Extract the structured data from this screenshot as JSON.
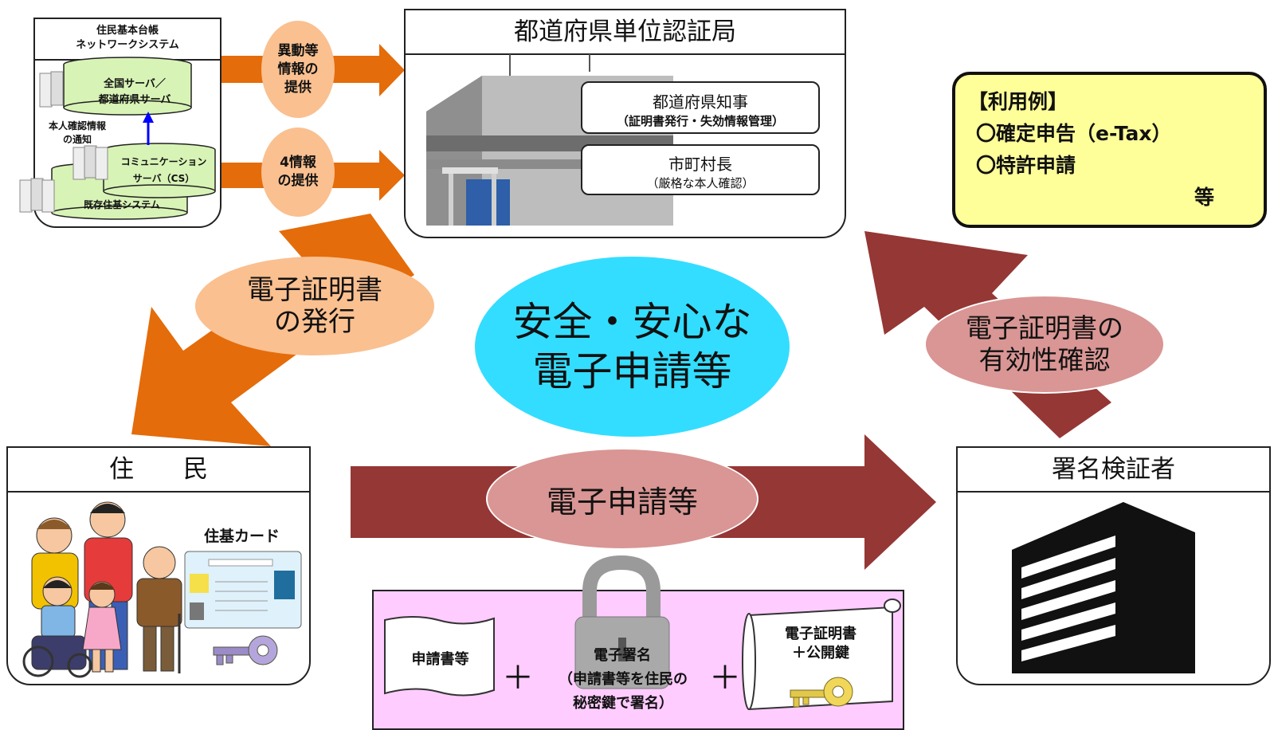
{
  "juki_box": {
    "title": "住民基本台帳\nネットワークシステム",
    "server_national": "全国サーバ／\n都道府県サーバ",
    "notify": "本人確認情報\nの通知",
    "cs": "コミュニケーション\nサーバ（CS）",
    "existing": "既存住基システム"
  },
  "flow_top": {
    "label": "異動等\n情報の\n提供"
  },
  "flow_bottom": {
    "label": "4情報\nの提供"
  },
  "ca_box": {
    "title": "都道府県単位認証局",
    "governor": "都道府県知事",
    "governor_sub": "（証明書発行・失効情報管理）",
    "mayor": "市町村長",
    "mayor_sub": "（厳格な本人確認）"
  },
  "usage_box": {
    "heading": "【利用例】",
    "item1": "〇確定申告（e-Tax）",
    "item2": "〇特許申請",
    "etc": "等"
  },
  "issue_label": "電子証明書\nの発行",
  "center_label": "安全・安心な\n電子申請等",
  "verify_label": "電子証明書の\n有効性確認",
  "resident_box": {
    "title": "住　　民",
    "card_label": "住基カード"
  },
  "verifier_box": {
    "title": "署名検証者"
  },
  "apply_label": "電子申請等",
  "bottom_panel": {
    "document": "申請書等",
    "plus1": "＋",
    "signature": "電子署名",
    "signature_sub": "（申請書等を住民の\n秘密鍵で署名）",
    "plus2": "＋",
    "cert": "電子証明書\n＋公開鍵"
  },
  "colors": {
    "orange": "#e46c0a",
    "maroon": "#953735",
    "peach_ellipse": "#fac090",
    "pink_ellipse": "#d99694",
    "cyan": "#33ddff",
    "yellow": "#ffff99",
    "lilac": "#ffccff",
    "server_green": "#d8f3b6"
  }
}
